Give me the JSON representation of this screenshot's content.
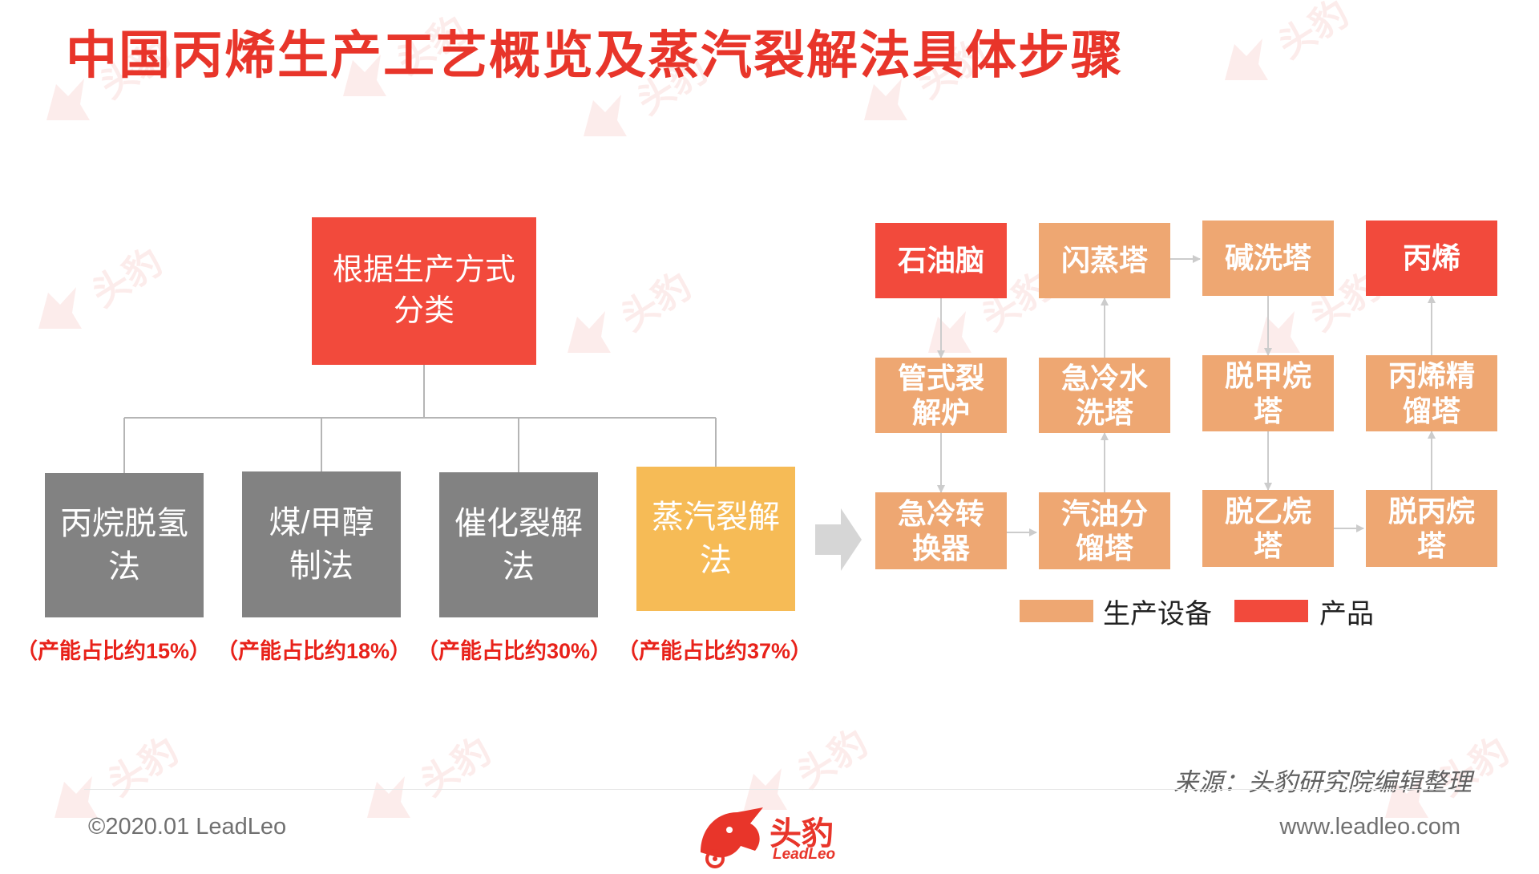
{
  "title": "中国丙烯生产工艺概览及蒸汽裂解法具体步骤",
  "tree": {
    "root": [
      "根据生产方式",
      "分类"
    ],
    "methods": [
      {
        "label": [
          "丙烷脱氢",
          "法"
        ],
        "share": "（产能占比约15%）"
      },
      {
        "label": [
          "煤/甲醇",
          "制法"
        ],
        "share": "（产能占比约18%）"
      },
      {
        "label": [
          "催化裂解",
          "法"
        ],
        "share": "（产能占比约30%）"
      },
      {
        "label": [
          "蒸汽裂解",
          "法"
        ],
        "share": "（产能占比约37%）"
      }
    ]
  },
  "flow": {
    "steps": [
      [
        "石油脑"
      ],
      [
        "管式裂",
        "解炉"
      ],
      [
        "急冷转",
        "换器"
      ],
      [
        "汽油分",
        "馏塔"
      ],
      [
        "急冷水",
        "洗塔"
      ],
      [
        "闪蒸塔"
      ],
      [
        "碱洗塔"
      ],
      [
        "脱甲烷",
        "塔"
      ],
      [
        "脱乙烷",
        "塔"
      ],
      [
        "脱丙烷",
        "塔"
      ],
      [
        "丙烯精",
        "馏塔"
      ],
      [
        "丙烯"
      ]
    ]
  },
  "legend": {
    "equipment": "生产设备",
    "product": "产品"
  },
  "source": "来源：头豹研究院编辑整理",
  "footer": {
    "copyright": "©2020.01 LeadLeo",
    "website": "www.leadleo.com"
  },
  "logo": {
    "cn": "头豹",
    "en": "LeadLeo"
  },
  "colors": {
    "accent": "#e8352a",
    "product": "#f24a3c",
    "equipment": "#eea772",
    "method": "#828282",
    "steam": "#f6bb56"
  }
}
